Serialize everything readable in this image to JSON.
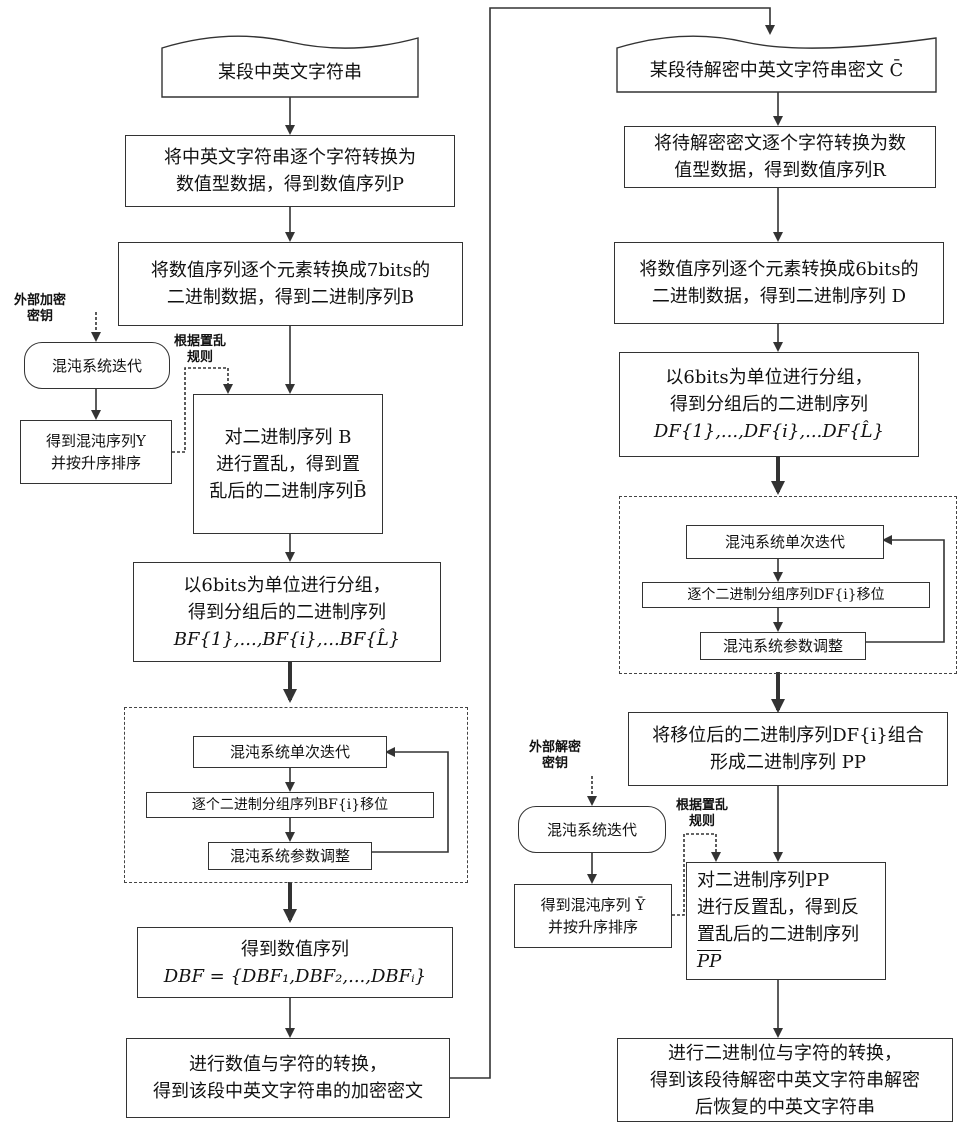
{
  "left": {
    "start": "某段中英文字符串",
    "step1": [
      "将中英文字符串逐个字符转换为",
      "数值型数据，得到数值序列P"
    ],
    "step2": [
      "将数值序列逐个元素转换成7bits的",
      "二进制数据，得到二进制序列B"
    ],
    "key_label": [
      "外部加密",
      "密钥"
    ],
    "chaos_iter": "混沌系统迭代",
    "seq_y": [
      "得到混沌序列Y",
      "并按升序排序"
    ],
    "perm_rule": [
      "根据置乱",
      "规则"
    ],
    "permute": [
      "对二进制序列 B",
      "进行置乱，得到置",
      "乱后的二进制序列B̄"
    ],
    "group": [
      "以6bits为单位进行分组，",
      "得到分组后的二进制序列",
      "BF{1},...,BF{i},...BF{L̂}"
    ],
    "loop_iter": "混沌系统单次迭代",
    "loop_shift": "逐个二进制分组序列BF{i}移位",
    "loop_adjust": "混沌系统参数调整",
    "dbf": [
      "得到数值序列",
      "DBF = {DBF₁,DBF₂,...,DBFᵢ}"
    ],
    "end": [
      "进行数值与字符的转换，",
      "得到该段中英文字符串的加密密文"
    ]
  },
  "right": {
    "start": "某段待解密中英文字符串密文 C̄",
    "step1": [
      "将待解密密文逐个字符转换为数",
      "值型数据，得到数值序列R"
    ],
    "step2": [
      "将数值序列逐个元素转换成6bits的",
      "二进制数据，得到二进制序列 D"
    ],
    "group": [
      "以6bits为单位进行分组，",
      "得到分组后的二进制序列",
      "DF{1},...,DF{i},...DF{L̂}"
    ],
    "loop_iter": "混沌系统单次迭代",
    "loop_shift": "逐个二进制分组序列DF{i}移位",
    "loop_adjust": "混沌系统参数调整",
    "combine": [
      "将移位后的二进制序列DF{i}组合",
      "形成二进制序列 PP"
    ],
    "key_label": [
      "外部解密",
      "密钥"
    ],
    "chaos_iter": "混沌系统迭代",
    "seq_y": [
      "得到混沌序列 Ȳ",
      "并按升序排序"
    ],
    "perm_rule": [
      "根据置乱",
      "规则"
    ],
    "inv_permute": [
      "对二进制序列PP",
      "进行反置乱，得到反",
      "置乱后的二进制序列",
      "PP"
    ],
    "end": [
      "进行二进制位与字符的转换，",
      "得到该段待解密中英文字符串解密",
      "后恢复的中英文字符串"
    ]
  }
}
